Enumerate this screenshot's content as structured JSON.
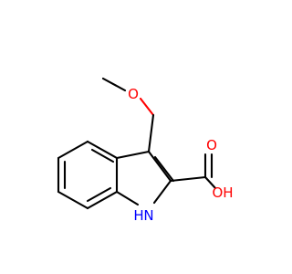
{
  "molecule": {
    "atoms": {
      "ether_oxygen": "O",
      "hydroxyl": "OH",
      "carbonyl_oxygen": "O",
      "amine_h": "H",
      "amine_n": "N"
    },
    "colors": {
      "oxygen": "#ff0000",
      "nitrogen": "#0000ff",
      "carbon_bond": "#000000"
    }
  }
}
